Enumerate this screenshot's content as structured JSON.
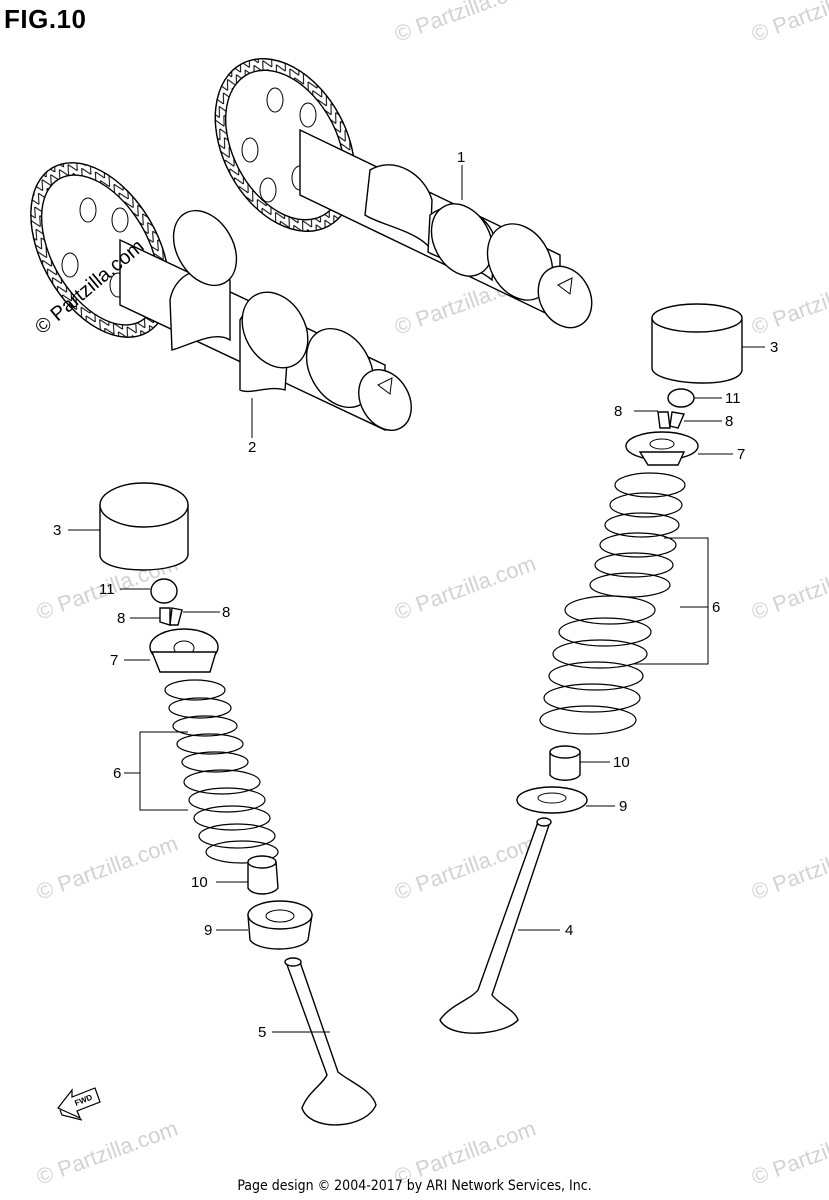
{
  "figure": {
    "title": "FIG.10",
    "footer": "Page design © 2004-2017 by ARI Network Services, Inc.",
    "watermark": "© Partzilla.com",
    "logo_watermark": "© Partzilla.com",
    "fwd_label": "FWD"
  },
  "callouts": [
    {
      "id": "c1",
      "text": "1"
    },
    {
      "id": "c2",
      "text": "2"
    },
    {
      "id": "c3a",
      "text": "3"
    },
    {
      "id": "c3b",
      "text": "3"
    },
    {
      "id": "c4",
      "text": "4"
    },
    {
      "id": "c5",
      "text": "5"
    },
    {
      "id": "c6a",
      "text": "6"
    },
    {
      "id": "c6b",
      "text": "6"
    },
    {
      "id": "c7a",
      "text": "7"
    },
    {
      "id": "c7b",
      "text": "7"
    },
    {
      "id": "c8a",
      "text": "8"
    },
    {
      "id": "c8b",
      "text": "8"
    },
    {
      "id": "c8c",
      "text": "8"
    },
    {
      "id": "c8d",
      "text": "8"
    },
    {
      "id": "c9a",
      "text": "9"
    },
    {
      "id": "c9b",
      "text": "9"
    },
    {
      "id": "c10a",
      "text": "10"
    },
    {
      "id": "c10b",
      "text": "10"
    },
    {
      "id": "c11a",
      "text": "11"
    },
    {
      "id": "c11b",
      "text": "11"
    }
  ]
}
